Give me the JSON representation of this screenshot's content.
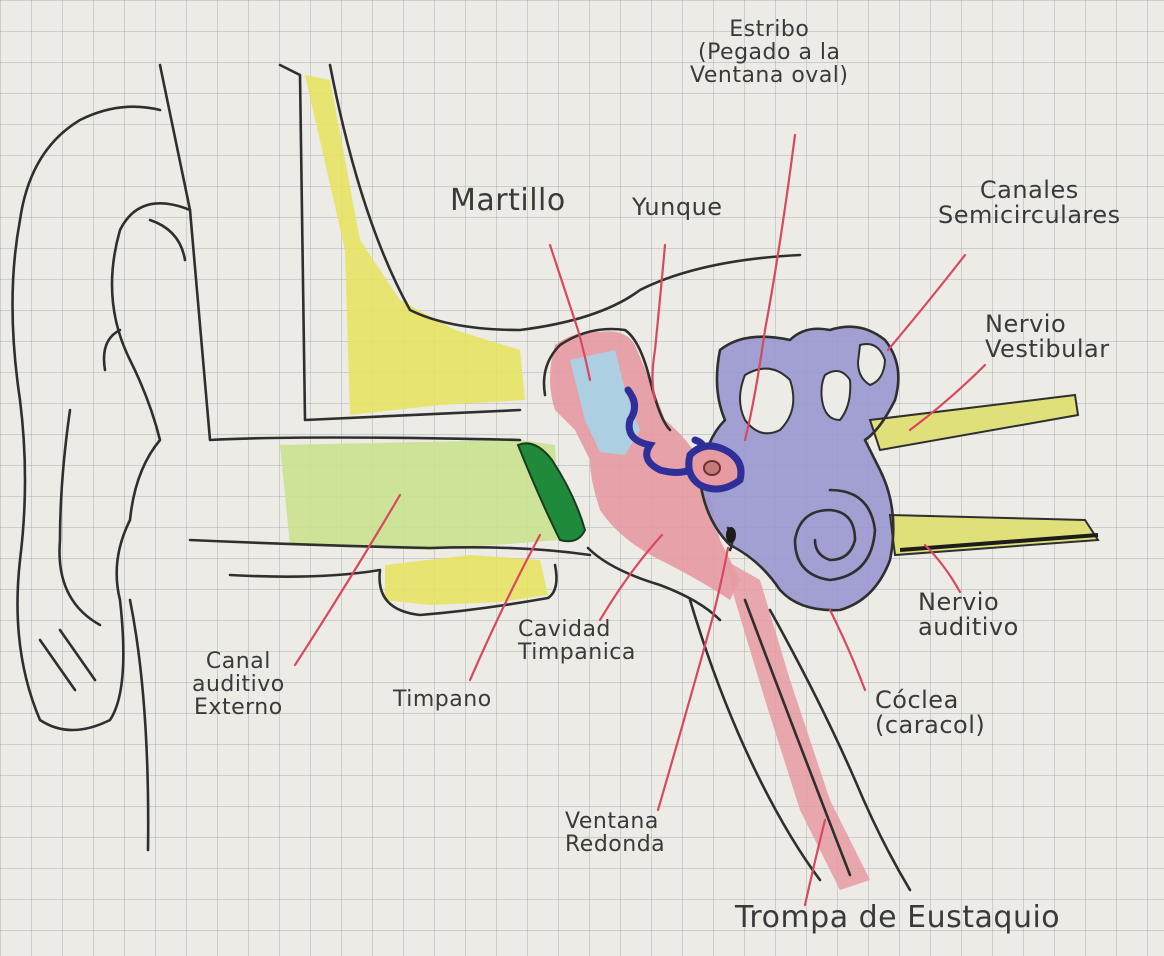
{
  "colors": {
    "paper": "#ecebe6",
    "ink": "#2f2f2f",
    "pointer": "#d8485f",
    "yellow": "#e7e35a",
    "light_green": "#c9e28f",
    "dark_green": "#1f8a3a",
    "pink": "#e79aa2",
    "light_blue": "#a9d2e4",
    "navy": "#2f2f9a",
    "lavender": "#9a97cf",
    "nerve_yellow": "#e0e07a"
  },
  "labels": {
    "estribo": [
      "Estribo",
      "(Pegado a la",
      "Ventana oval)"
    ],
    "martillo": [
      "Martillo"
    ],
    "yunque": [
      "Yunque"
    ],
    "canales": [
      "Canales",
      "Semicirculares"
    ],
    "nervio_vestibular": [
      "Nervio",
      "Vestibular"
    ],
    "nervio_auditivo": [
      "Nervio",
      "auditivo"
    ],
    "coclea": [
      "Cóclea",
      "(caracol)"
    ],
    "trompa": [
      "Trompa de Eustaquio"
    ],
    "ventana_redonda": [
      "Ventana",
      "Redonda"
    ],
    "cavidad": [
      "Cavidad",
      "Timpanica"
    ],
    "timpano": [
      "Timpano"
    ],
    "canal": [
      "Canal",
      "auditivo",
      "Externo"
    ]
  }
}
